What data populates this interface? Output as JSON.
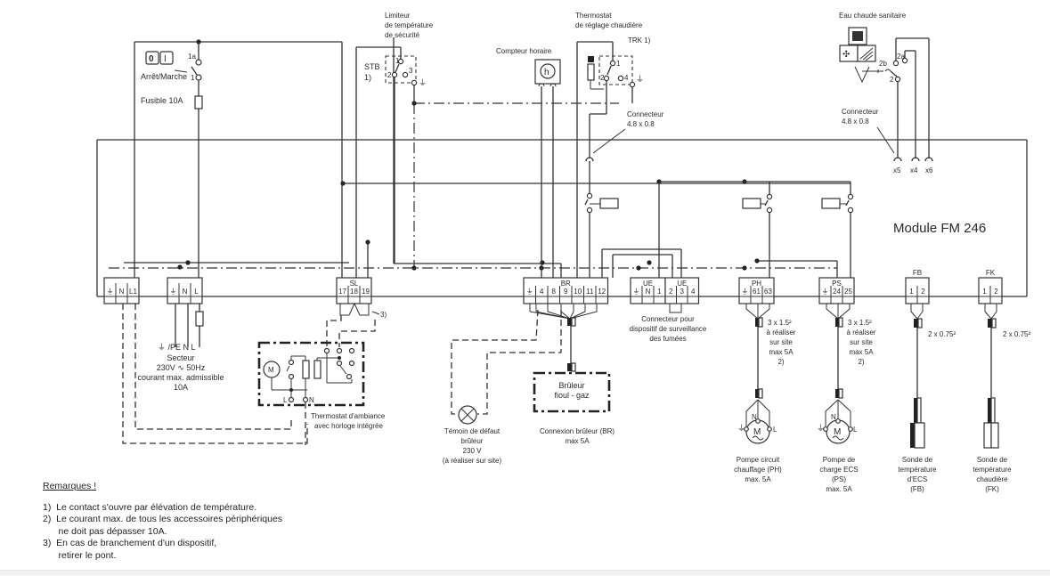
{
  "module_label": "Module FM 246",
  "switch": {
    "btn_off": "0",
    "btn_on": "I",
    "label": "Arrêt/Marche",
    "contact_top": "1a",
    "contact_bottom": "1",
    "fuse": "Fusible 10A"
  },
  "stb": {
    "title_lines": [
      "Limiteur",
      "de température",
      "de sécurité"
    ],
    "name": "STB",
    "note": "1)",
    "contacts": [
      "1",
      "2",
      "3"
    ]
  },
  "hour_counter": {
    "label": "Compteur horaire",
    "symbol": "h"
  },
  "trk": {
    "title_lines": [
      "Thermostat",
      "de réglage chaudière"
    ],
    "name": "TRK 1)",
    "contacts": [
      "1",
      "2",
      "4"
    ]
  },
  "connector_mid": {
    "lines": [
      "Connecteur",
      "4.8 x 0.8"
    ]
  },
  "dhw": {
    "title": "Eau chaude sanitaire",
    "contacts": [
      "2b",
      "2a",
      "2"
    ],
    "connector_lines": [
      "Connecteur",
      "4.8 x 0.8"
    ],
    "pins": [
      "x5",
      "x4",
      "x6"
    ]
  },
  "terminals": {
    "power_in": [
      "⏚",
      "N",
      "L1"
    ],
    "mains": [
      "⏚",
      "N",
      "L"
    ],
    "sl": {
      "name": "SL",
      "pins": [
        "17",
        "18",
        "19"
      ],
      "bridge_note": "3)"
    },
    "br": {
      "name": "BR",
      "pins": [
        "⏚",
        "4",
        "8",
        "9",
        "10",
        "11",
        "12"
      ]
    },
    "ue1": {
      "name": "UE",
      "pins": [
        "⏚",
        "N",
        "1"
      ]
    },
    "ue2": {
      "name": "UE",
      "pins": [
        "2",
        "3",
        "4"
      ]
    },
    "ph": {
      "name": "PH",
      "pins": [
        "⏚",
        "61",
        "63"
      ]
    },
    "ps": {
      "name": "PS",
      "pins": [
        "⏚",
        "24",
        "25"
      ]
    },
    "fb": {
      "name": "FB",
      "pins": [
        "1",
        "2"
      ]
    },
    "fk": {
      "name": "FK",
      "pins": [
        "1",
        "2"
      ]
    }
  },
  "mains_labels": {
    "pins": "⏚ /PE  N   L",
    "lines": [
      "Secteur",
      "230V ∿ 50Hz",
      "courant max. admissible",
      "10A"
    ]
  },
  "room_thermostat": {
    "motor": "M",
    "l": "L",
    "n": "N",
    "lines": [
      "Thermostat d'ambiance",
      "avec horloge intégrée"
    ]
  },
  "fault_lamp": {
    "lines": [
      "Témoin de défaut",
      "brûleur",
      "230 V",
      "(à réaliser sur site)"
    ]
  },
  "burner": {
    "box_lines": [
      "Brûleur",
      "fioul - gaz"
    ],
    "caption_lines": [
      "Connexion brûleur (BR)",
      "max 5A"
    ]
  },
  "flue_connector": {
    "lines": [
      "Connecteur pour",
      "dispositif de surveillance",
      "des fumées"
    ]
  },
  "cable_ph": {
    "lines": [
      "3 x 1.5²",
      "à réaliser",
      "sur site",
      "max 5A",
      "2)"
    ]
  },
  "cable_ps": {
    "lines": [
      "3 x 1.5²",
      "à réaliser",
      "sur site",
      "max 5A",
      "2)"
    ]
  },
  "cable_fb": "2 x 0.75²",
  "cable_fk": "2 x 0.75²",
  "pump_ph": {
    "motor": "M",
    "n": "N",
    "l": "L",
    "lines": [
      "Pompe circuit",
      "chauffage (PH)",
      "max. 5A"
    ]
  },
  "pump_ps": {
    "motor": "M",
    "n": "N",
    "l": "L",
    "lines": [
      "Pompe de",
      "charge ECS",
      "(PS)",
      "max. 5A"
    ]
  },
  "sensor_fb": {
    "lines": [
      "Sonde de",
      "température",
      "d'ECS",
      "(FB)"
    ]
  },
  "sensor_fk": {
    "lines": [
      "Sonde de",
      "température",
      "chaudière",
      "(FK)"
    ]
  },
  "notes": {
    "title": "Remarques !",
    "items": [
      "1)  Le contact s'ouvre par élévation de température.",
      "2)  Le courant max. de tous les accessoires périphériques\n      ne doit pas dépasser 10A.",
      "3)  En cas de branchement d'un dispositif,\n      retirer le pont."
    ]
  }
}
